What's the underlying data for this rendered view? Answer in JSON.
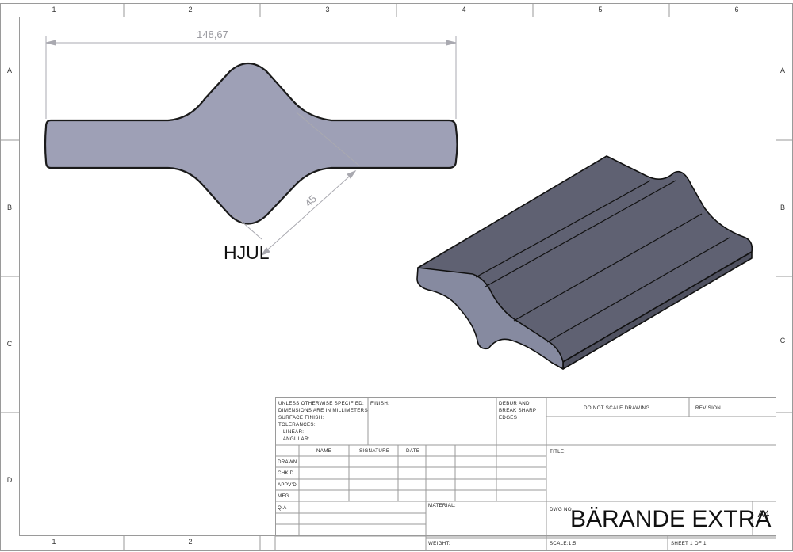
{
  "zones": {
    "top": [
      "1",
      "2",
      "3",
      "4",
      "5",
      "6"
    ],
    "bottom": [
      "1",
      "2"
    ],
    "left": [
      "A",
      "B",
      "C",
      "D"
    ],
    "right": [
      "A",
      "B",
      "C"
    ]
  },
  "views": {
    "front": {
      "overall_dimension": "148,67",
      "diagonal_dimension": "45",
      "view_label": "HJUL"
    }
  },
  "title_block": {
    "general_notes": [
      "UNLESS OTHERWISE SPECIFIED:",
      "DIMENSIONS ARE IN MILLIMETERS",
      "SURFACE FINISH:",
      "TOLERANCES:",
      "   LINEAR:",
      "   ANGULAR:"
    ],
    "finish_label": "FINISH:",
    "deburr_note": [
      "DEBUR AND",
      "BREAK SHARP",
      "EDGES"
    ],
    "do_not_scale": "DO NOT SCALE DRAWING",
    "revision_label": "REVISION",
    "col_headers": [
      "NAME",
      "SIGNATURE",
      "DATE"
    ],
    "row_labels": [
      "DRAWN",
      "CHK'D",
      "APPV'D",
      "MFG",
      "Q.A"
    ],
    "title_label": "TITLE:",
    "material_label": "MATERIAL:",
    "weight_label": "WEIGHT:",
    "dwg_no_label": "DWG NO.",
    "drawing_title": "BÄRANDE EXTRA",
    "sheet_size": "A4",
    "scale_label": "SCALE:1:5",
    "sheet_label": "SHEET 1 OF 1"
  },
  "colors": {
    "part_fill": "#9ea0b6",
    "iso_top": "#5e6070",
    "iso_side": "#6c6e80",
    "iso_front": "#878aa0",
    "dim_line": "#a9a9b0",
    "frame": "#9a9a9a"
  }
}
